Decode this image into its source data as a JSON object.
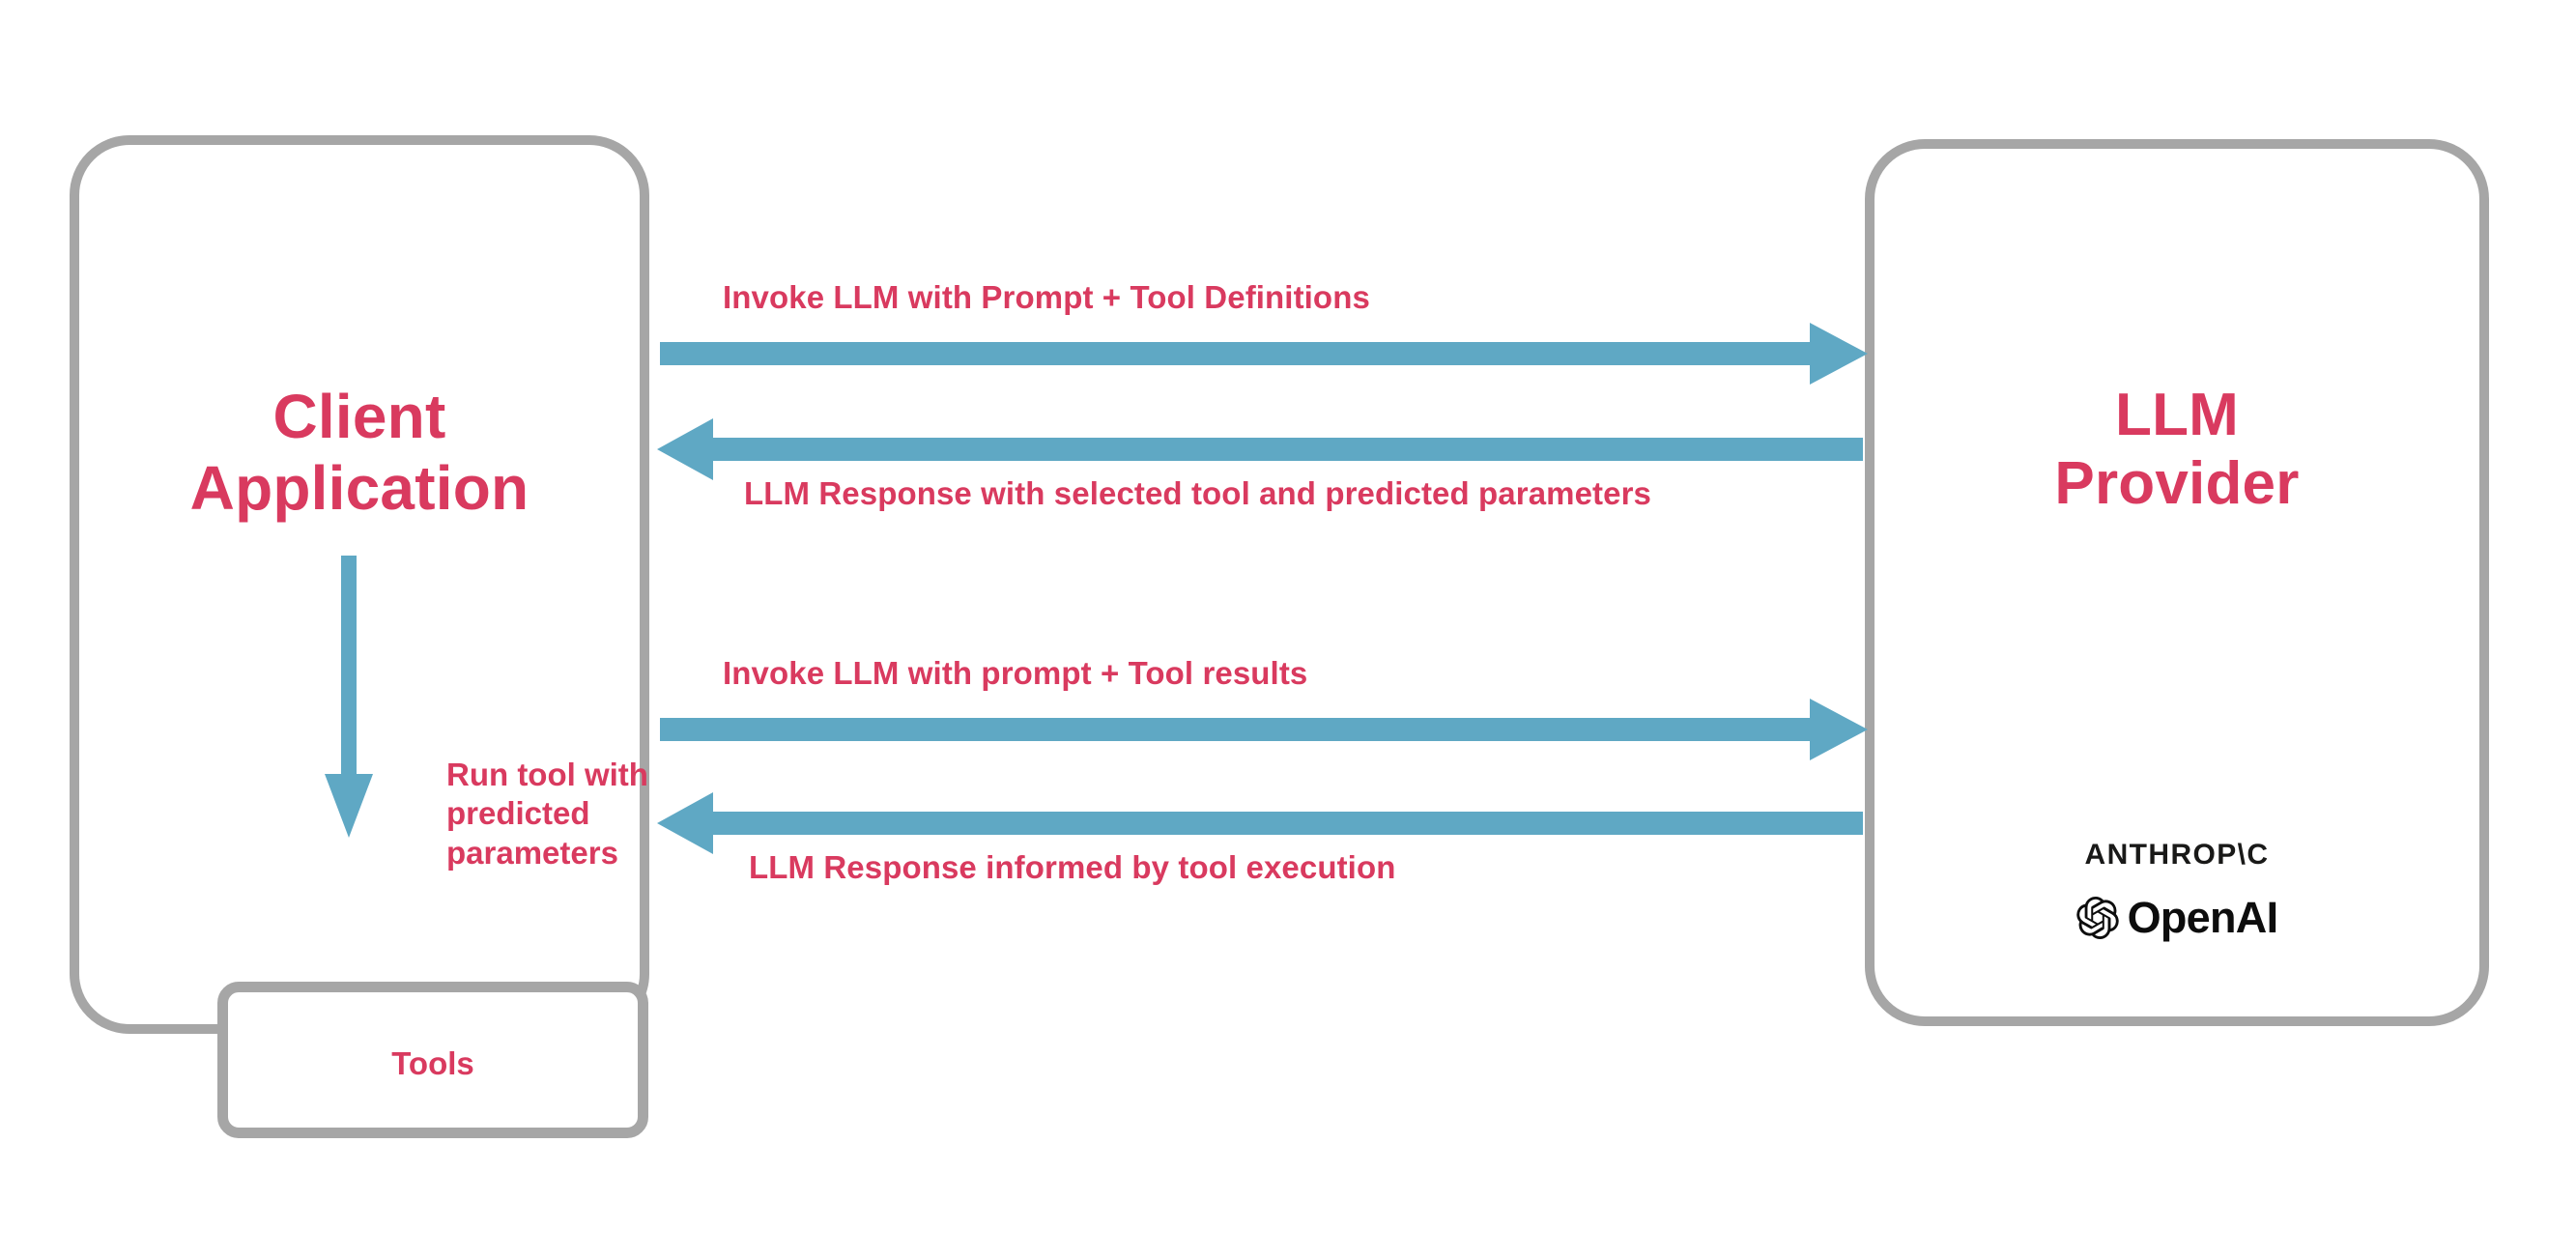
{
  "diagram": {
    "title": "LLM tool-calling sequence between client application and LLM provider",
    "colors": {
      "accent_pink": "#d93a5f",
      "arrow_blue": "#5fa8c4",
      "box_border_gray": "#a6a6a6",
      "background": "#ffffff",
      "logo_black": "#0d0d0d"
    },
    "client_box": {
      "title_line1": "Client",
      "title_line2": "Application",
      "tools_label": "Tools",
      "internal_arrow_label": "Run tool with predicted parameters"
    },
    "provider_box": {
      "title_line1": "LLM",
      "title_line2": "Provider",
      "logos": [
        {
          "name": "anthropic-logo",
          "text": "ANTHROP\\C"
        },
        {
          "name": "openai-logo",
          "text": "OpenAI"
        }
      ]
    },
    "messages": [
      {
        "id": "msg-1",
        "label": "Invoke LLM with Prompt + Tool Definitions",
        "direction": "right",
        "from": "Client Application",
        "to": "LLM Provider",
        "order": 1
      },
      {
        "id": "msg-2",
        "label": "LLM Response with selected tool and predicted parameters",
        "direction": "left",
        "from": "LLM Provider",
        "to": "Client Application",
        "order": 2
      },
      {
        "id": "msg-3",
        "label": "Invoke LLM with prompt + Tool results",
        "direction": "right",
        "from": "Client Application",
        "to": "LLM Provider",
        "order": 3
      },
      {
        "id": "msg-4",
        "label": "LLM Response informed by tool execution",
        "direction": "left",
        "from": "LLM Provider",
        "to": "Client Application",
        "order": 4
      }
    ]
  }
}
